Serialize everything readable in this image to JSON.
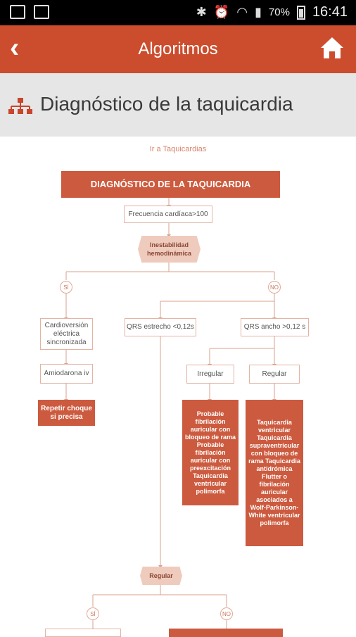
{
  "status_bar": {
    "battery": "70%",
    "time": "16:41"
  },
  "app_bar": {
    "title": "Algoritmos"
  },
  "section": {
    "title": "Diagnóstico de la taquicardia"
  },
  "link": {
    "label": "Ir a Taquicardias"
  },
  "flow": {
    "title": "DIAGNÓSTICO DE LA TAQUICARDIA",
    "frecuencia": "Frecuencia cardíaca>100",
    "inestabilidad": "Inestabilidad hemodinámica",
    "si": "SÍ",
    "no": "NO",
    "cardioversion": "Cardioversión eléctrica sincronizada",
    "amiodarona": "Amiodarona iv",
    "repetir": "Repetir choque si precisa",
    "qrs_estrecho": "QRS estrecho <0,12s",
    "qrs_ancho": "QRS ancho >0,12 s",
    "irregular": "Irregular",
    "regular": "Regular",
    "probable": "Probable fibrilación auricular con bloqueo de rama Probable fibrilación auricular con preexcitación Taquicardia ventricular polimorfa",
    "taquicardia": "Taquicardia ventricular Taquicardia supraventricular con bloqueo de rama Taquicardia antidrómica Flutter o fibrilación auricular asociados a Wolf-Parkinson-White ventricular polimorfa",
    "regular2": "Regular",
    "si2": "SÍ",
    "no2": "NO"
  }
}
